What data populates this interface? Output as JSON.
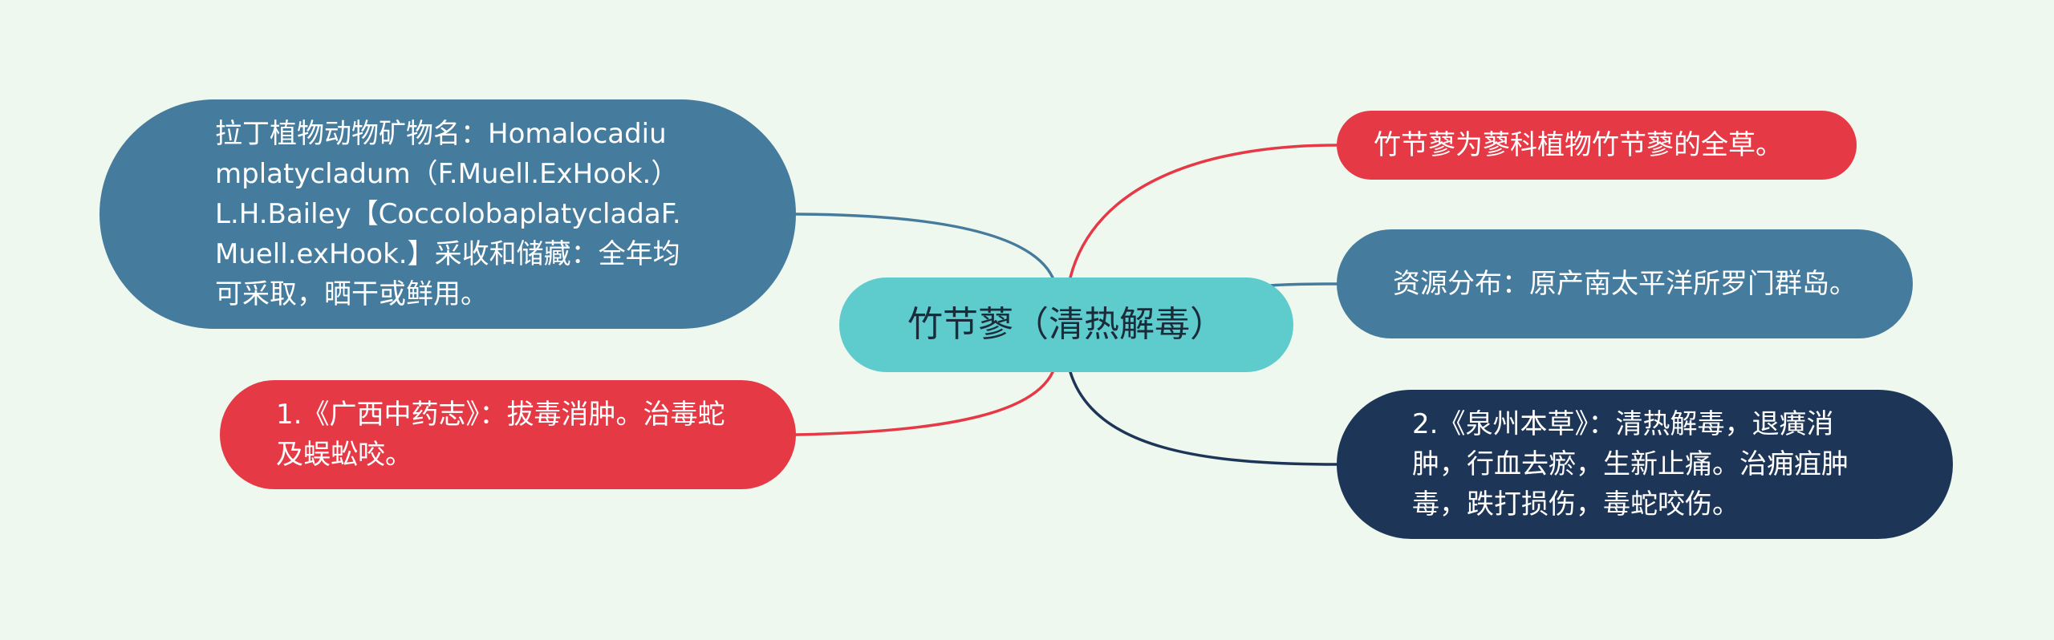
{
  "colors": {
    "background": "#eff8ee",
    "center": "#5ecbcc",
    "blue": "#457b9d",
    "red": "#e63946",
    "navy": "#1d3557",
    "center_text": "#1c2b3a",
    "node_text": "#ffffff"
  },
  "center": {
    "label": "竹节蓼（清热解毒）",
    "color": "#5ecbcc"
  },
  "left_nodes": [
    {
      "id": "latin",
      "text": "拉丁植物动物矿物名：Homalocadiumplatycladum（F.Muell.ExHook.）L.H.Bailey【CoccolobaplatycladaF.Muell.exHook.】采收和储藏：全年均可采取，晒干或鲜用。",
      "color": "#457b9d"
    },
    {
      "id": "guangxi",
      "text": "1.《广西中药志》：拔毒消肿。治毒蛇及蜈蚣咬。",
      "color": "#e63946"
    }
  ],
  "right_nodes": [
    {
      "id": "whole",
      "text": "竹节蓼为蓼科植物竹节蓼的全草。",
      "color": "#e63946"
    },
    {
      "id": "dist",
      "text": "资源分布：原产南太平洋所罗门群岛。",
      "color": "#457b9d"
    },
    {
      "id": "quanzhou",
      "text": "2.《泉州本草》：清热解毒，退癀消肿，行血去瘀，生新止痛。治痈疽肿毒，跌打损伤，毒蛇咬伤。",
      "color": "#1d3557"
    }
  ]
}
